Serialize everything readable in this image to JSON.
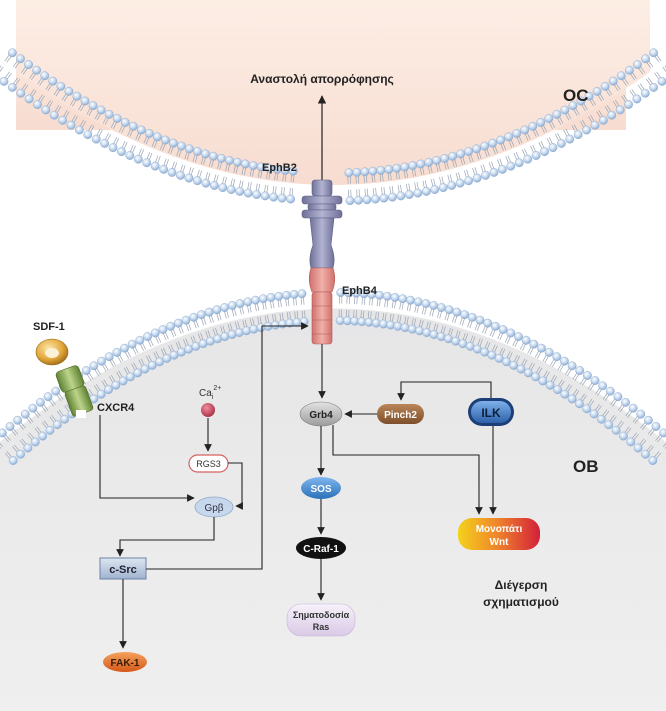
{
  "labels": {
    "oc": "OC",
    "ob": "OB",
    "resorption": "Αναστολή απορρόφησης",
    "ephb2": "EphB2",
    "ephb4": "EphB4",
    "sdf1": "SDF-1",
    "cxcr4": "CXCR4",
    "ca_base": "Ca",
    "ca_sub": "i",
    "ca_sup": "2+",
    "rgs3": "RGS3",
    "gpb": "Gpβ",
    "csrc": "c-Src",
    "fak1": "FAK-1",
    "grb4": "Grb4",
    "pinch2": "Pinch2",
    "ilk": "ILK",
    "sos": "SOS",
    "craf1": "C-Raf-1",
    "ras_line1": "Σηματοδοσία",
    "ras_line2": "Ras",
    "wnt_line1": "Μονοπάτι",
    "wnt_line2": "Wnt",
    "formation_line1": "Διέγερση",
    "formation_line2": "σχηματισμού"
  },
  "colors": {
    "oc_fill": "#fbe7dc",
    "ob_fill": "#e9e9ea",
    "lipid_head": "#b9d0ea",
    "ephb2": "#8d8fb5",
    "ephb4": "#e0908b",
    "sdf1": "#e3a93c",
    "cxcr4": "#8fae5c",
    "ca": "#c0485c",
    "rgs3_border": "#d65f5f",
    "gpb": "#c3d4e8",
    "csrc": "#b6c7dd",
    "fak1": "#e9742b",
    "grb4": "#b7b7b7",
    "pinch2": "#9e6a3e",
    "ilk": "#3a76c4",
    "sos": "#3d86d0",
    "craf1": "#111111",
    "wnt_start": "#f4d21c",
    "wnt_end": "#d3203a",
    "ras": "#e6dbef"
  }
}
